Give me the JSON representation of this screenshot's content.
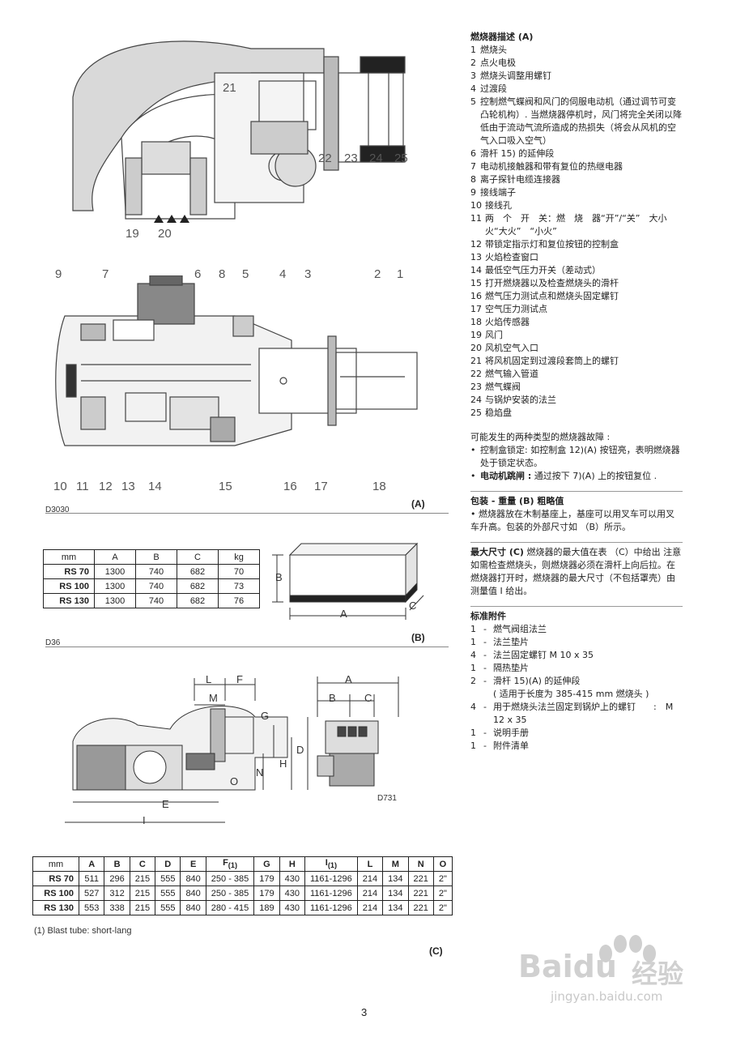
{
  "figure_a": {
    "top_callouts": [
      "21",
      "22",
      "23",
      "24",
      "25"
    ],
    "bottom_callouts_top": [
      "19",
      "20"
    ],
    "side_top_callouts": [
      "9",
      "7",
      "6",
      "8",
      "5",
      "4",
      "3",
      "2",
      "1"
    ],
    "side_bottom_callouts": [
      "10",
      "11",
      "12",
      "13",
      "14",
      "15",
      "16",
      "17",
      "18"
    ],
    "code": "D3030",
    "letter": "(A)"
  },
  "figure_b": {
    "code": "D36",
    "letter": "(B)",
    "table": {
      "headers": [
        "mm",
        "A",
        "B",
        "C",
        "kg"
      ],
      "rows": [
        [
          "RS 70",
          "1300",
          "740",
          "682",
          "70"
        ],
        [
          "RS 100",
          "1300",
          "740",
          "682",
          "73"
        ],
        [
          "RS 130",
          "1300",
          "740",
          "682",
          "76"
        ]
      ]
    },
    "dim_labels": [
      "A",
      "B",
      "C"
    ]
  },
  "figure_c": {
    "code": "D731",
    "letter": "(C)",
    "dim_labels": {
      "L": "L",
      "F": "F",
      "M": "M",
      "G": "G",
      "H": "H",
      "N": "N",
      "O": "O",
      "E": "E",
      "I": "I",
      "A": "A",
      "B": "B",
      "C": "C",
      "D": "D"
    },
    "table": {
      "headers": [
        "mm",
        "A",
        "B",
        "C",
        "D",
        "E",
        "F",
        "G",
        "H",
        "I",
        "L",
        "M",
        "N",
        "O"
      ],
      "header_subscripts": {
        "F": "(1)",
        "I": "(1)"
      },
      "rows": [
        [
          "RS 70",
          "511",
          "296",
          "215",
          "555",
          "840",
          "250 - 385",
          "179",
          "430",
          "1161-1296",
          "214",
          "134",
          "221",
          "2\""
        ],
        [
          "RS 100",
          "527",
          "312",
          "215",
          "555",
          "840",
          "250 - 385",
          "179",
          "430",
          "1161-1296",
          "214",
          "134",
          "221",
          "2\""
        ],
        [
          "RS 130",
          "553",
          "338",
          "215",
          "555",
          "840",
          "280 - 415",
          "189",
          "430",
          "1161-1296",
          "214",
          "134",
          "221",
          "2\""
        ]
      ]
    },
    "footnote": "(1)  Blast tube: short-lang"
  },
  "right": {
    "desc_title": "燃烧器描述 (A)",
    "desc_items": [
      {
        "n": "1",
        "t": "燃烧头"
      },
      {
        "n": "2",
        "t": "点火电极"
      },
      {
        "n": "3",
        "t": "燃烧头调整用螺钉"
      },
      {
        "n": "4",
        "t": "过渡段"
      },
      {
        "n": "5",
        "t": "控制燃气蝶阀和风门的伺服电动机（通过调节可变凸轮机构）. 当燃烧器停机时，风门将完全关闭以降低由于流动气流所造成的热损失（将会从风机的空气入口吸入空气）"
      },
      {
        "n": "6",
        "t": "滑杆 15) 的延伸段"
      },
      {
        "n": "7",
        "t": "电动机接触器和带有复位的热继电器"
      },
      {
        "n": "8",
        "t": "离子探针电缆连接器"
      },
      {
        "n": "9",
        "t": "接线端子"
      },
      {
        "n": "10",
        "t": "接线孔"
      },
      {
        "n": "11",
        "t": "两　个　开　关：燃　烧　器“开”/“关”　大小火“大火”　“小火”"
      },
      {
        "n": "12",
        "t": "带锁定指示灯和复位按钮的控制盒"
      },
      {
        "n": "13",
        "t": "火焰检查窗口"
      },
      {
        "n": "14",
        "t": "最低空气压力开关（差动式）"
      },
      {
        "n": "15",
        "t": "打开燃烧器以及检查燃烧头的滑杆"
      },
      {
        "n": "16",
        "t": "燃气压力测试点和燃烧头固定螺钉"
      },
      {
        "n": "17",
        "t": "空气压力测试点"
      },
      {
        "n": "18",
        "t": "火焰传感器"
      },
      {
        "n": "19",
        "t": "风门"
      },
      {
        "n": "20",
        "t": "风机空气入口"
      },
      {
        "n": "21",
        "t": "将风机固定到过渡段套筒上的螺钉"
      },
      {
        "n": "22",
        "t": "燃气输入管道"
      },
      {
        "n": "23",
        "t": "燃气蝶阀"
      },
      {
        "n": "24",
        "t": "与锅炉安装的法兰"
      },
      {
        "n": "25",
        "t": "稳焰盘"
      }
    ],
    "faults_intro": "可能发生的两种类型的燃烧器故障 :",
    "faults": [
      {
        "b": "•",
        "bold": "",
        "t": "控制盒锁定: 如控制盒 12)(A) 按钮亮，表明燃烧器处于锁定状态。"
      },
      {
        "b": "•",
        "bold": "电动机跳闸 :",
        "t": " 通过按下 7)(A) 上的按钮复位 ."
      }
    ],
    "pack_title": "包装 - 重量 (B) 粗略值",
    "pack_text": "• 燃烧器放在木制基座上，基座可以用叉车可以用叉车升高。包装的外部尺寸如 （B）所示。",
    "maxsize_title": "最大尺寸 (C)",
    "maxsize_text": " 燃烧器的最大值在表 （C）中给出 注意如需检查燃烧头，则燃烧器必须在滑杆上向后拉。在燃烧器打开时，燃烧器的最大尺寸（不包括罩壳）由测量值 I 给出。",
    "acc_title": "标准附件",
    "acc_items": [
      {
        "n": "1",
        "t": "燃气阀组法兰"
      },
      {
        "n": "1",
        "t": "法兰垫片"
      },
      {
        "n": "4",
        "t": "法兰固定螺钉 M 10 x 35"
      },
      {
        "n": "1",
        "t": "隔热垫片"
      },
      {
        "n": "2",
        "t": "滑杆 15)(A) 的延伸段"
      },
      {
        "n": "",
        "t": "( 适用于长度为 385-415 mm 燃烧头 )"
      },
      {
        "n": "4",
        "t": "用于燃烧头法兰固定到锅炉上的螺钉　　:　M 12 x 35"
      },
      {
        "n": "1",
        "t": "说明手册"
      },
      {
        "n": "1",
        "t": "附件清单"
      }
    ]
  },
  "page_number": "3",
  "watermark": {
    "brand": "Baidu",
    "cn": "经验",
    "url": "jingyan.baidu.com"
  }
}
